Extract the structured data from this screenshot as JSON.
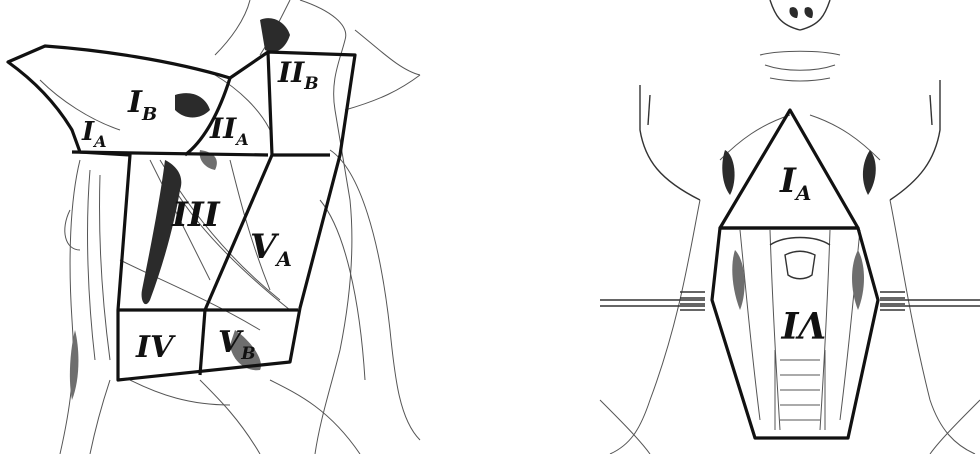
{
  "lateral_view": {
    "regions": [
      {
        "main": "I",
        "sub": "B"
      },
      {
        "main": "I",
        "sub": "A"
      },
      {
        "main": "II",
        "sub": "A"
      },
      {
        "main": "II",
        "sub": "B"
      },
      {
        "main": "III",
        "sub": ""
      },
      {
        "main": "V",
        "sub": "A"
      },
      {
        "main": "IV",
        "sub": ""
      },
      {
        "main": "V",
        "sub": "B"
      }
    ]
  },
  "anterior_view": {
    "regions": [
      {
        "main": "I",
        "sub": "A"
      },
      {
        "main": "VI",
        "sub": "",
        "note": "rendered rotated 180°"
      }
    ]
  },
  "colors": {
    "ink": "#111111",
    "line": "#555555",
    "shade": "#2b2b2b",
    "background": "#ffffff"
  }
}
